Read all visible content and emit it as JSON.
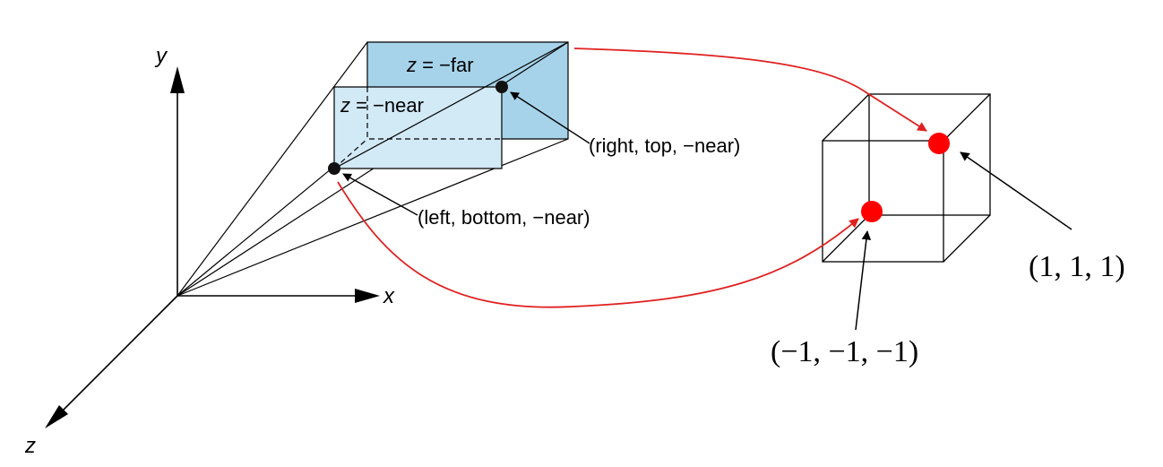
{
  "axes": {
    "x_label": "x",
    "y_label": "y",
    "z_label": "z"
  },
  "frustum": {
    "far_label_var": "z",
    "far_label_rest": " = −far",
    "near_label_var": "z",
    "near_label_rest": " = −near",
    "far_color": "#a6d3ea",
    "near_color": "#d2e9f6"
  },
  "points": {
    "right_top_near": "(right, top, −near)",
    "left_bottom_near": "(left, bottom, −near)"
  },
  "cube": {
    "max_corner": "(1, 1, 1)",
    "min_corner": "(−1, −1, −1)",
    "point_color": "#ff0000"
  },
  "colors": {
    "mapping_arrow": "#e02020",
    "line": "#000000"
  }
}
